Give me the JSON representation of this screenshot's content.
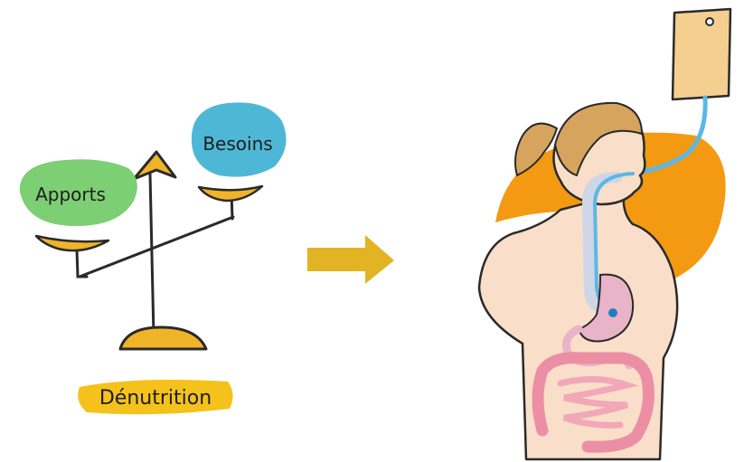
{
  "labels": {
    "apports": "Apports",
    "besoins": "Besoins",
    "denutrition": "Dénutrition"
  },
  "colors": {
    "apports_blob": "#7ccf72",
    "besoins_blob": "#4fb7d6",
    "scale_gold": "#f0b429",
    "denutrition_highlight": "#f5c21b",
    "arrow": "#e2b423",
    "orange_backdrop": "#f39a12",
    "skin": "#f9dfc9",
    "hair": "#d7a45e",
    "feeding_bag": "#f4cf8f",
    "tube": "#5bb8e6",
    "intestine": "#ec8fa5"
  }
}
